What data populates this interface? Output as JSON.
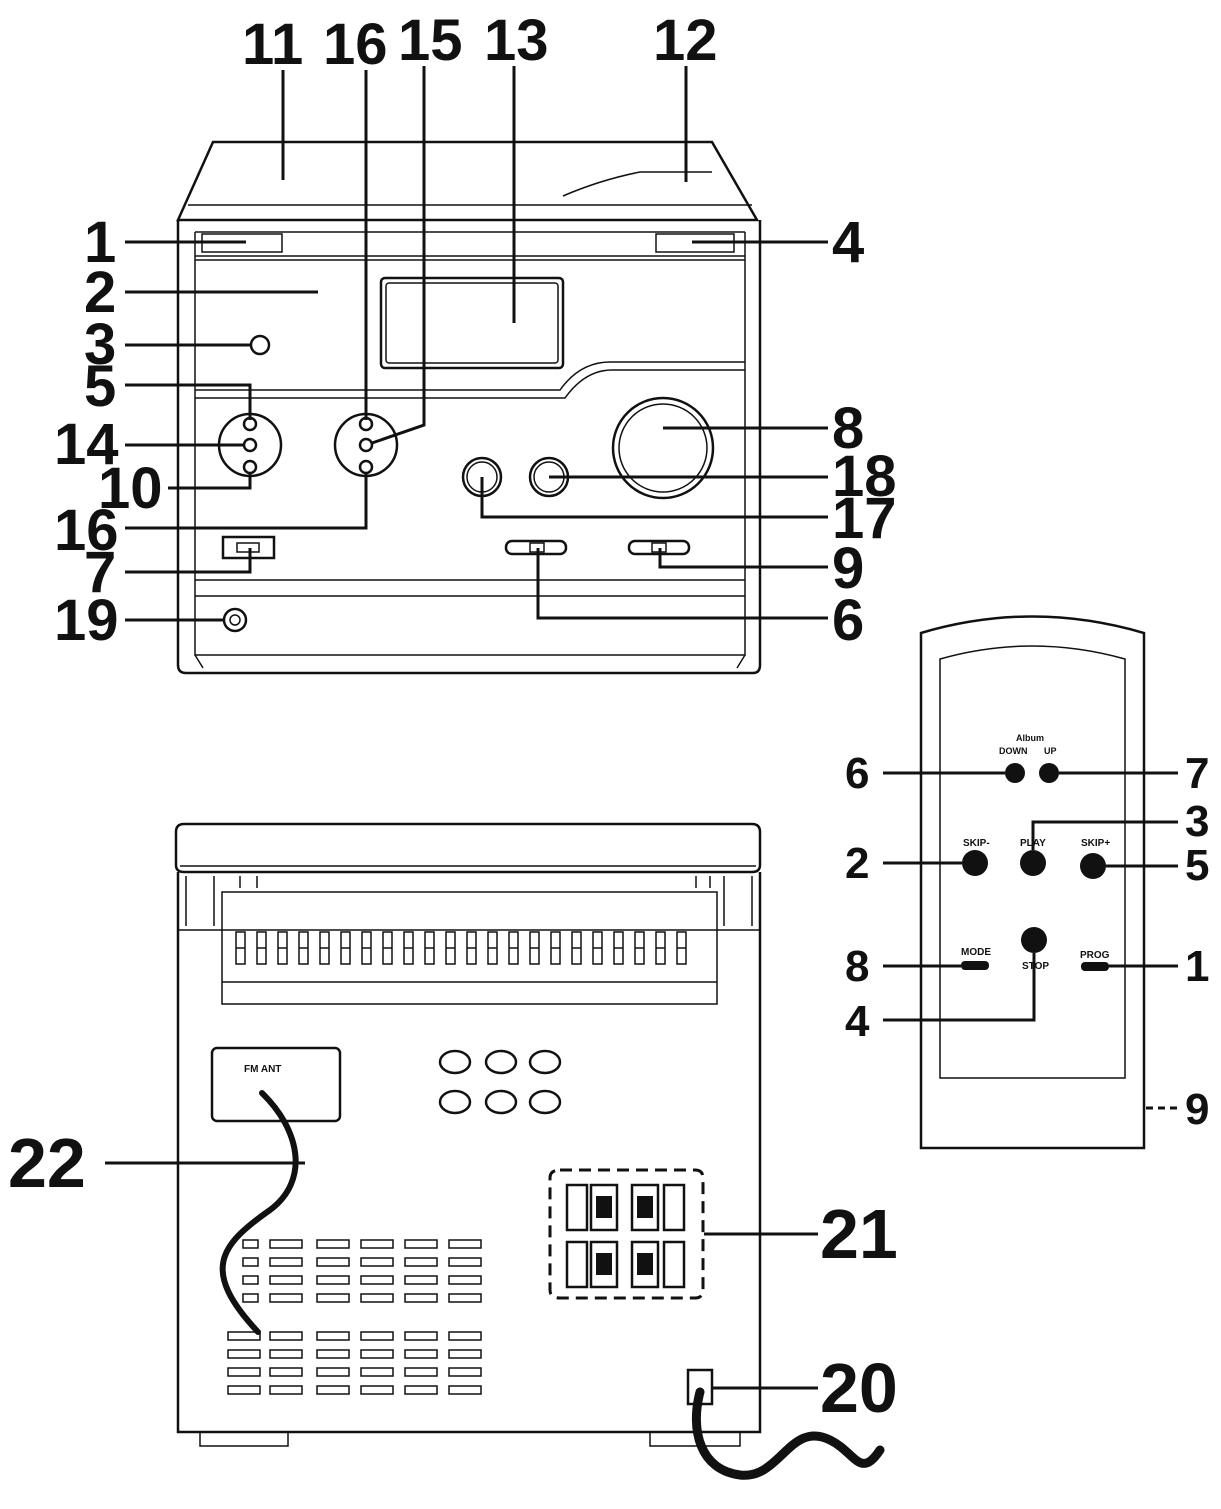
{
  "front_panel": {
    "callouts": {
      "c11": "11",
      "c16a": "16",
      "c15": "15",
      "c13": "13",
      "c12": "12",
      "c1": "1",
      "c4": "4",
      "c2": "2",
      "c3": "3",
      "c5": "5",
      "c8": "8",
      "c14": "14",
      "c18": "18",
      "c10": "10",
      "c17": "17",
      "c16b": "16",
      "c7": "7",
      "c9": "9",
      "c19": "19",
      "c6": "6"
    }
  },
  "remote": {
    "labels": {
      "album": "Album",
      "down": "DOWN",
      "up": "UP",
      "skip_minus": "SKIP-",
      "play": "PLAY",
      "skip_plus": "SKIP+",
      "mode": "MODE",
      "stop": "STOP",
      "prog": "PROG"
    },
    "callouts": {
      "r6": "6",
      "r7": "7",
      "r3": "3",
      "r2": "2",
      "r5": "5",
      "r8": "8",
      "r1": "1",
      "r4": "4",
      "r9": "9"
    }
  },
  "rear_panel": {
    "fm_ant_label": "FM ANT",
    "callouts": {
      "c22": "22",
      "c21": "21",
      "c20": "20"
    }
  }
}
